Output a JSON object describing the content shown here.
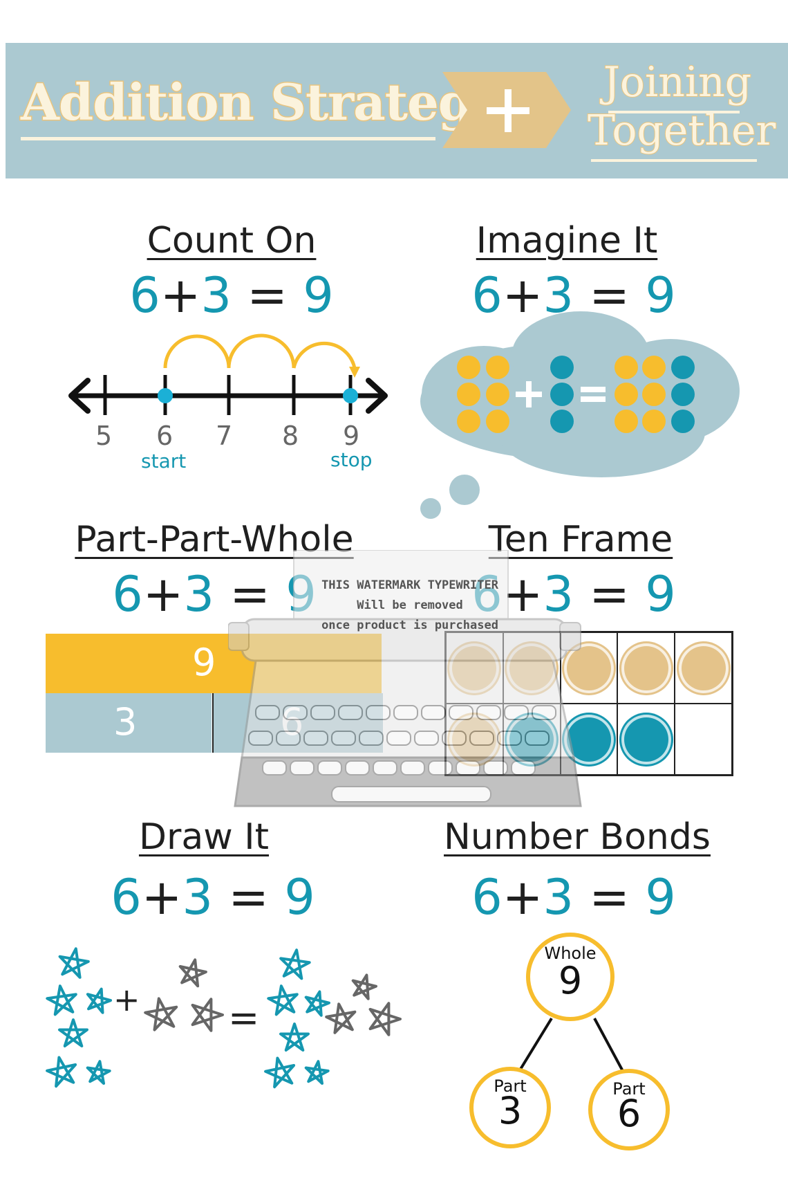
{
  "banner": {
    "title": "Addition Strategies",
    "plus_symbol": "+",
    "subtitle_line1": "Joining",
    "subtitle_line2": "Together"
  },
  "equation": {
    "a": "6",
    "plus": "+",
    "b": "3",
    "equals": "=",
    "result": "9"
  },
  "count_on": {
    "heading": "Count On",
    "ticks": [
      "5",
      "6",
      "7",
      "8",
      "9"
    ],
    "start_label": "start",
    "stop_label": "stop"
  },
  "imagine_it": {
    "heading": "Imagine It",
    "plus": "+",
    "equals": "="
  },
  "part_part_whole": {
    "heading": "Part-Part-Whole",
    "whole": "9",
    "part_a": "3",
    "part_b": "6"
  },
  "ten_frame": {
    "heading": "Ten Frame",
    "yellow_counters": 6,
    "blue_counters": 3,
    "empty_cells": 1
  },
  "draw_it": {
    "heading": "Draw It",
    "plus": "+",
    "equals": "="
  },
  "number_bonds": {
    "heading": "Number Bonds",
    "whole_label": "Whole",
    "whole_value": "9",
    "part_label": "Part",
    "part_a_value": "3",
    "part_b_value": "6"
  },
  "watermark": {
    "line1": "THIS WATERMARK TYPEWRITER",
    "line2": "Will be removed",
    "line3": "once product is purchased"
  },
  "colors": {
    "teal": "#1597b0",
    "yellow": "#f7bd2d",
    "banner_blue": "#abc9d1",
    "cream": "#fbf3dd",
    "gold": "#e8c47f"
  }
}
